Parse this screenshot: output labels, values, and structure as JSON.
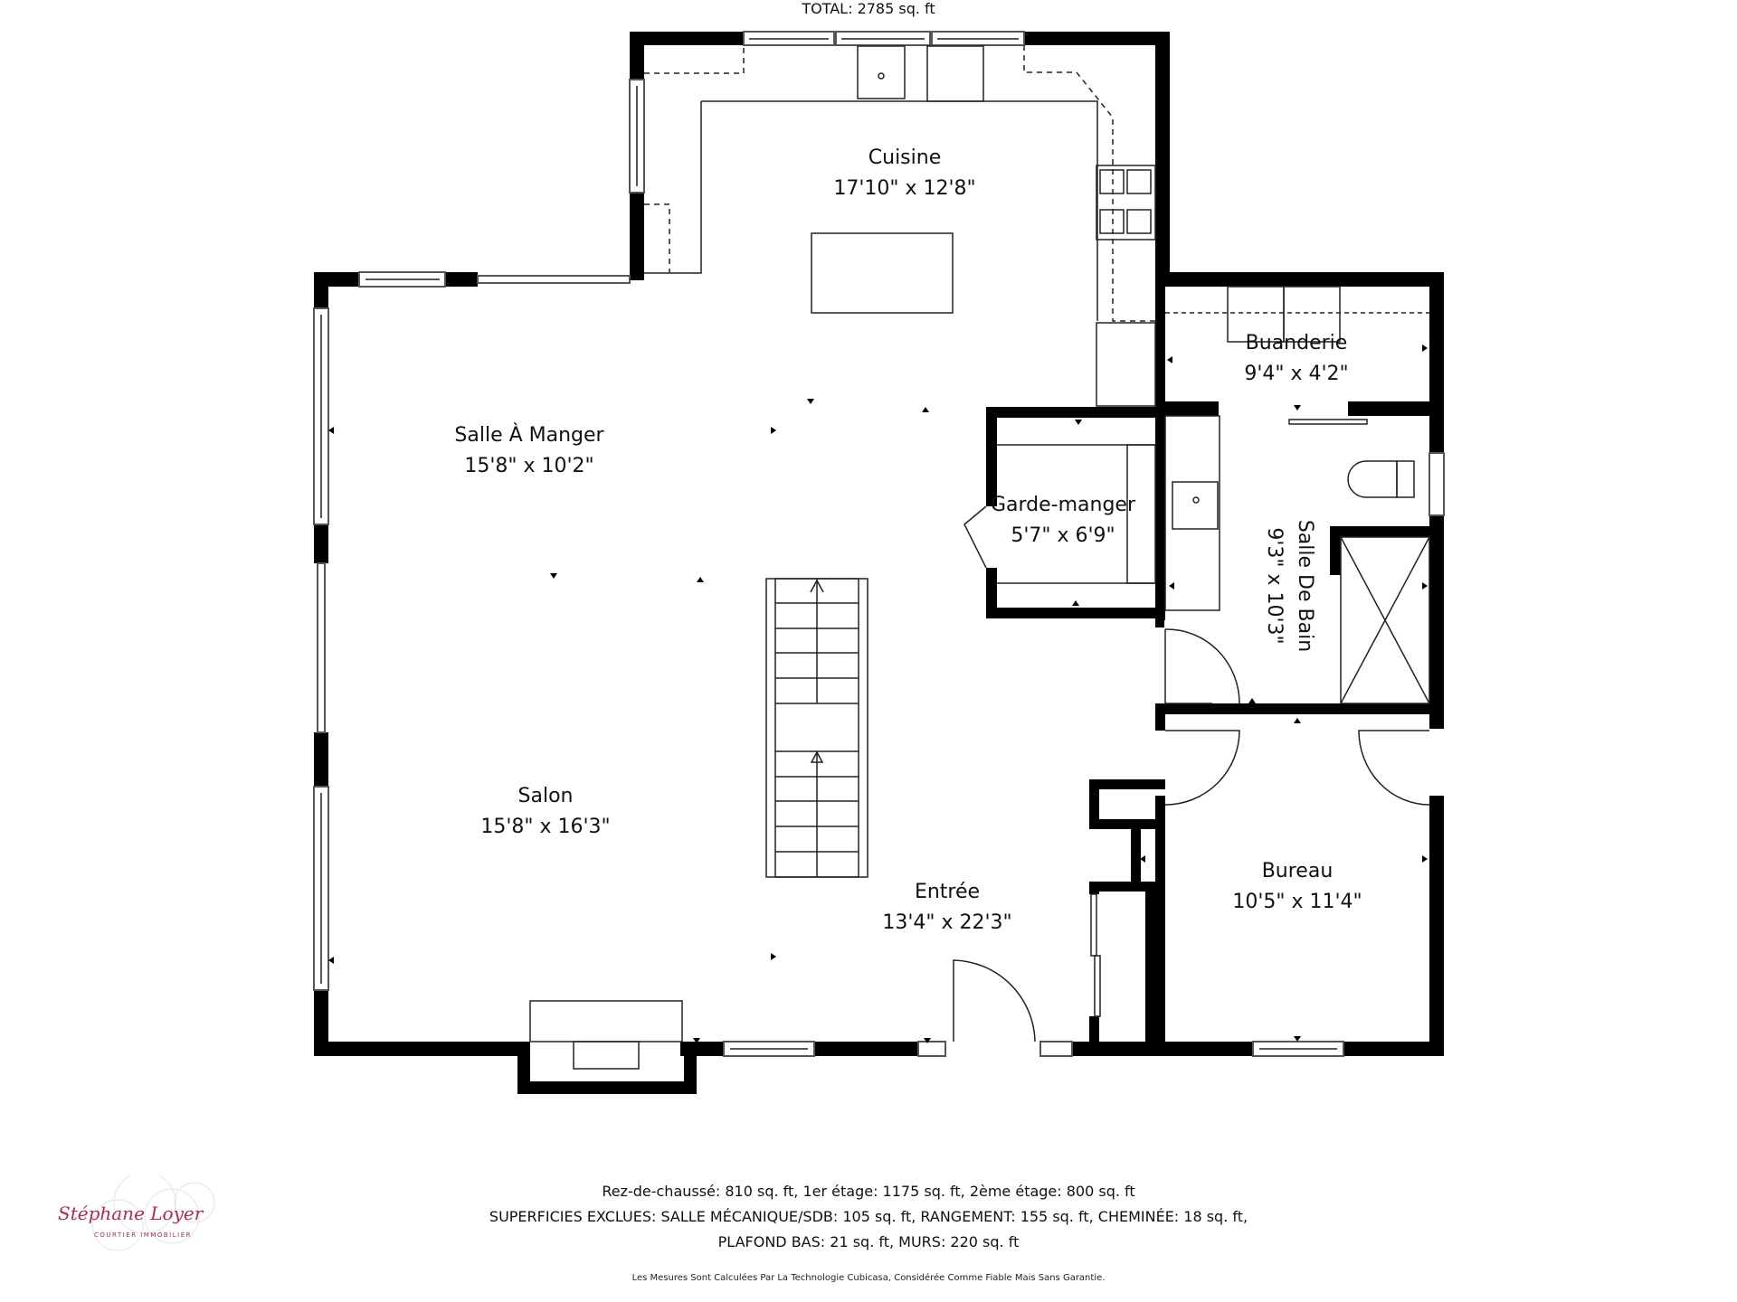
{
  "rooms": [
    {
      "id": "cuisine",
      "name": "Cuisine",
      "dims": "17'10\" x 12'8\""
    },
    {
      "id": "salle-a-manger",
      "name": "Salle À Manger",
      "dims": "15'8\" x 10'2\""
    },
    {
      "id": "buanderie",
      "name": "Buanderie",
      "dims": "9'4\" x 4'2\""
    },
    {
      "id": "garde-manger",
      "name": "Garde-manger",
      "dims": "5'7\" x 6'9\""
    },
    {
      "id": "salle-de-bain",
      "name": "Salle De Bain",
      "dims": "9'3\" x 10'3\""
    },
    {
      "id": "salon",
      "name": "Salon",
      "dims": "15'8\" x 16'3\""
    },
    {
      "id": "entree",
      "name": "Entrée",
      "dims": "13'4\" x 22'3\""
    },
    {
      "id": "bureau",
      "name": "Bureau",
      "dims": "10'5\" x 11'4\""
    }
  ],
  "summary": {
    "total": "TOTAL: 2785 sq. ft",
    "floors": "Rez-de-chaussé: 810 sq. ft, 1er étage: 1175 sq. ft, 2ème étage: 800 sq. ft",
    "excluded_line1": "SUPERFICIES EXCLUES: SALLE MÉCANIQUE/SDB: 105 sq. ft, RANGEMENT: 155 sq. ft, CHEMINÉE: 18 sq. ft,",
    "excluded_line2": "PLAFOND BAS: 21 sq. ft, MURS: 220 sq. ft"
  },
  "disclaimer": "Les Mesures Sont Calculées Par La Technologie Cubicasa, Considérée Comme Fiable Mais Sans Garantie.",
  "logo": {
    "signature": "Stéphane Loyer",
    "subtitle": "COURTIER IMMOBILIER"
  },
  "colors": {
    "wall": "#000000",
    "background": "#ffffff",
    "logo_accent": "#b8284a"
  }
}
